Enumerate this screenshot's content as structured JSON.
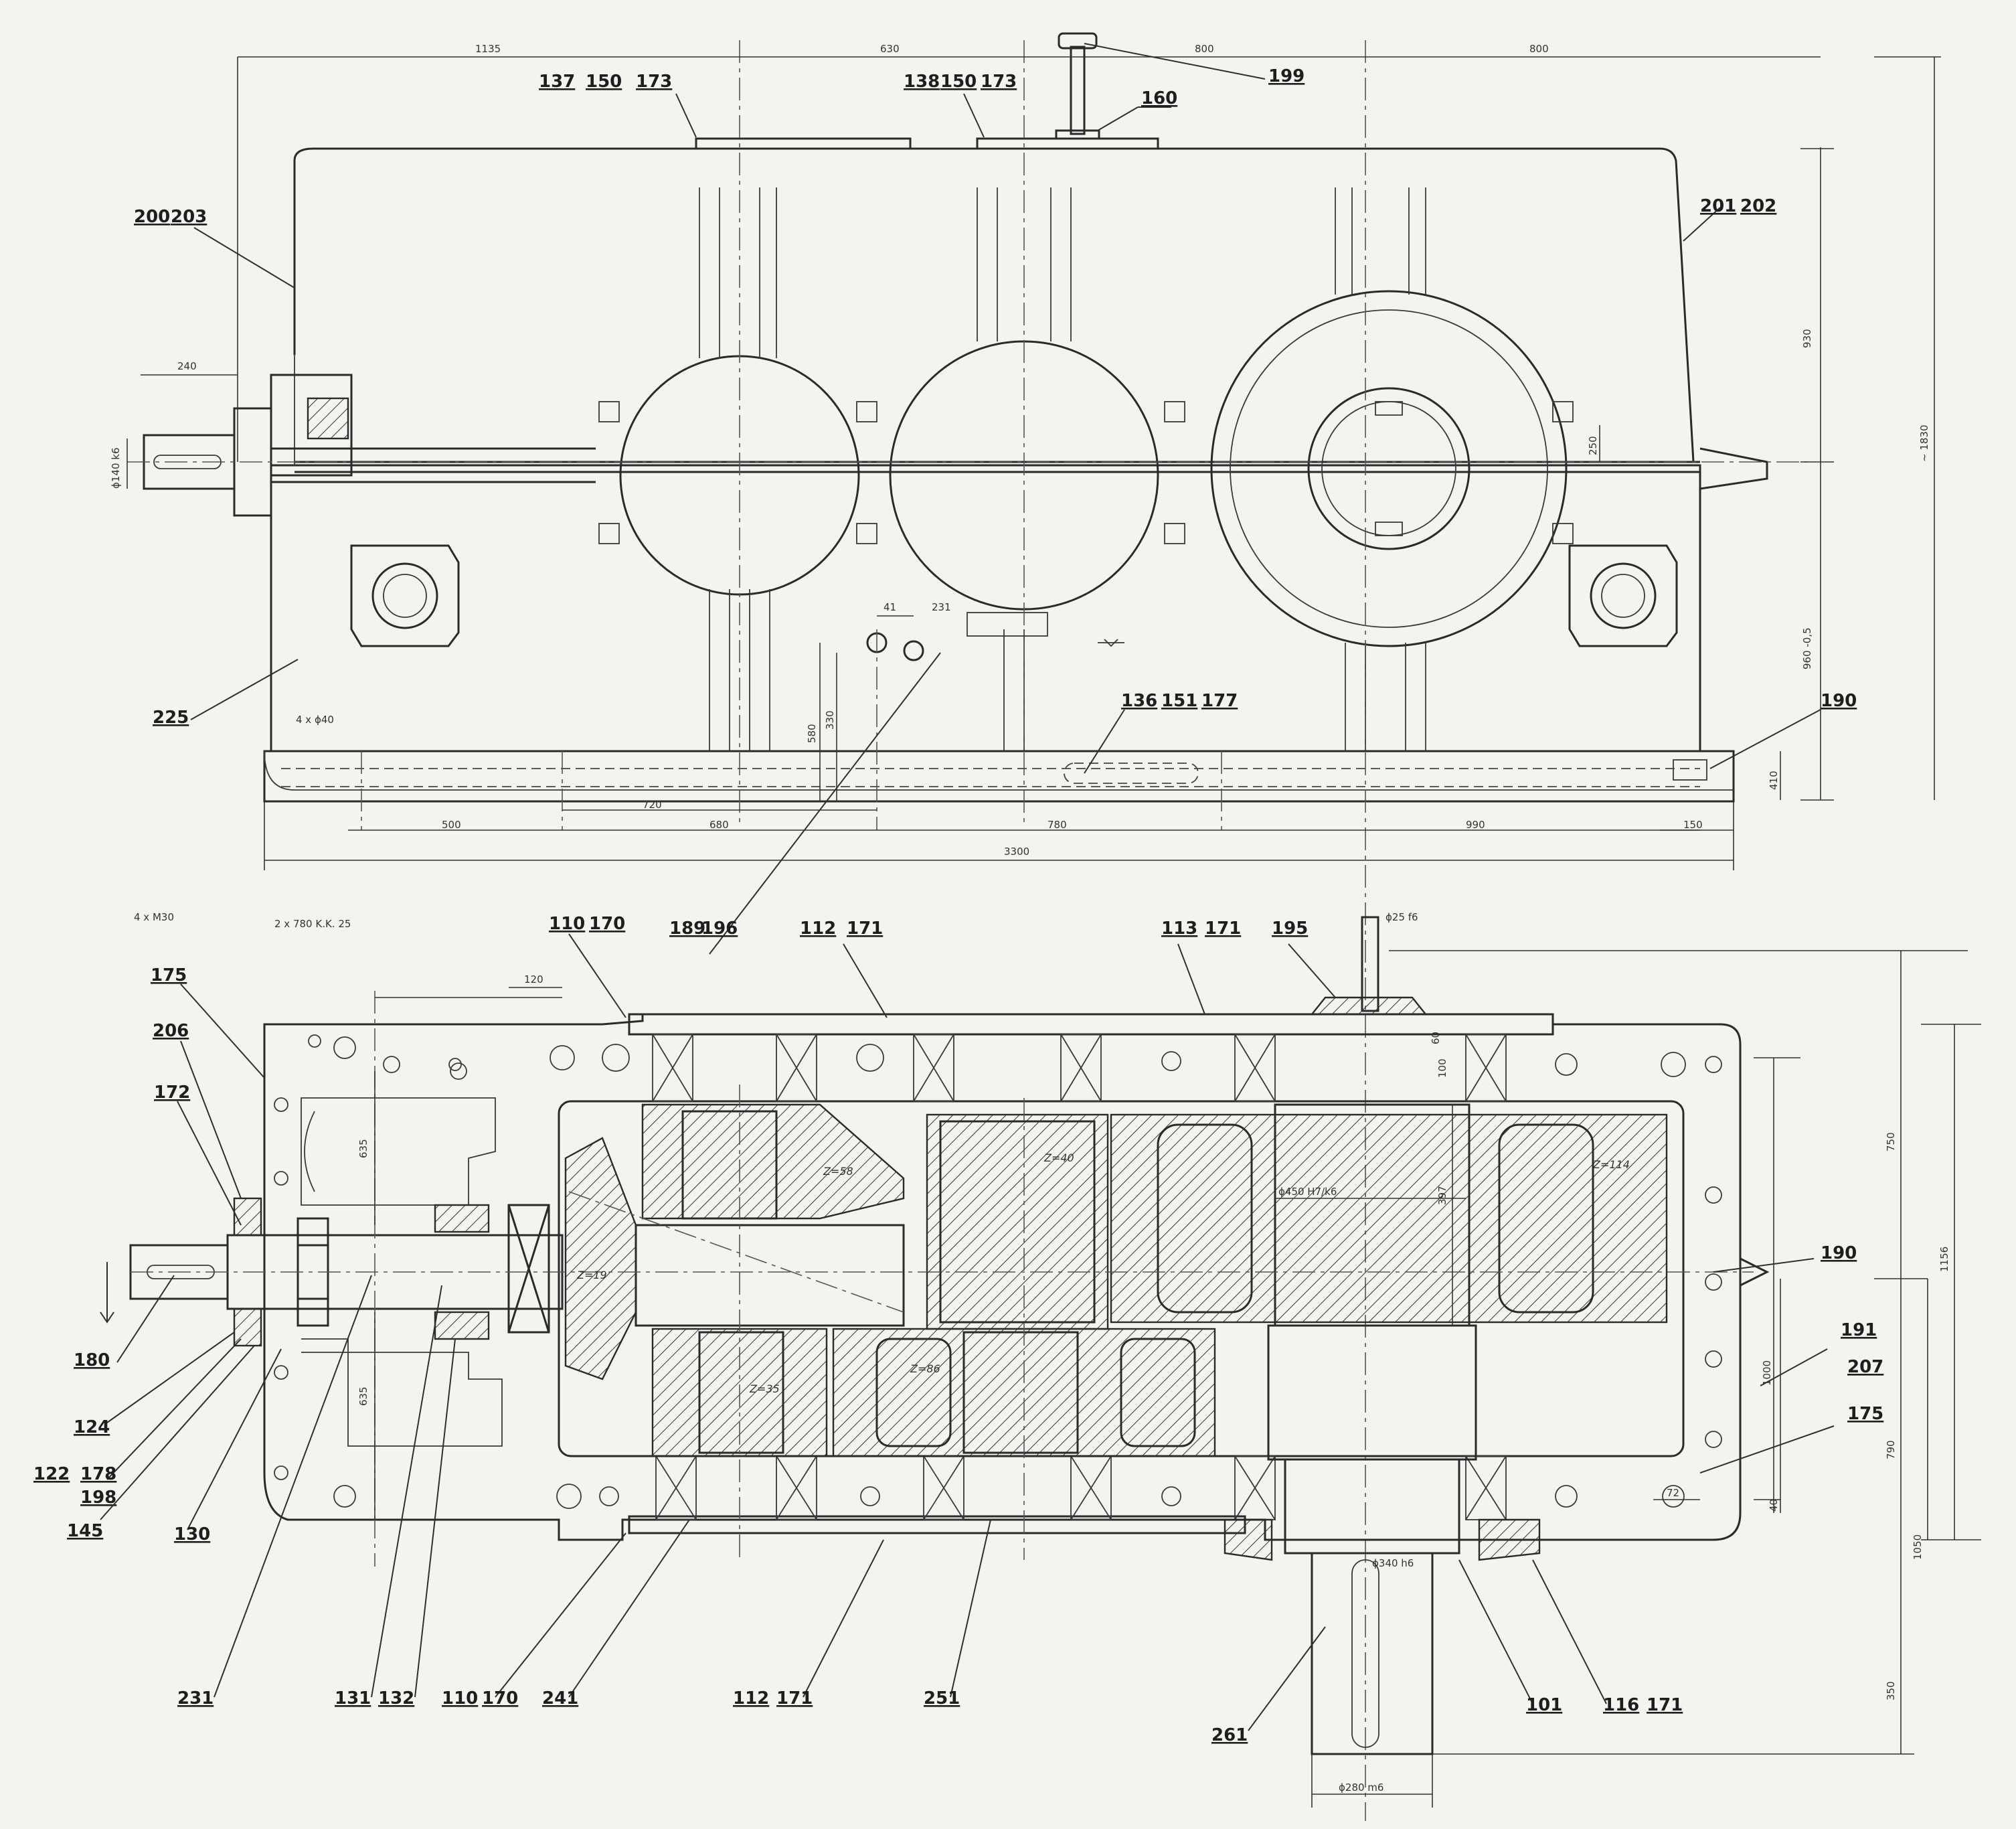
{
  "top_view": {
    "dimensions": {
      "d1135": "1135",
      "d630": "630",
      "d800a": "800",
      "d800b": "800",
      "d240": "240",
      "d930": "930",
      "d1830": "~ 1830",
      "d960": "960 -0,5",
      "d580": "580",
      "d330": "330",
      "d41": "41",
      "d231": "231",
      "d410": "410",
      "d500": "500",
      "d720": "720",
      "d680": "680",
      "d780": "780",
      "d990": "990",
      "d150": "150",
      "d3300": "3300",
      "d4xd40": "4 x ϕ40",
      "dshaft": "ϕ140 k6",
      "d250": "250"
    },
    "labels": {
      "p199": "199",
      "p160": "160",
      "p137": "137",
      "p150a": "150",
      "p173a": "173",
      "p138": "138",
      "p150b": "150",
      "p173b": "173",
      "p200": "200",
      "p203": "203",
      "p201": "201",
      "p202": "202",
      "p225": "225",
      "p136": "136",
      "p151": "151",
      "p177": "177",
      "p190": "190"
    }
  },
  "bottom_view": {
    "dimensions": {
      "m30": "4 x M30",
      "conn": "2 x 780 K.K. 25",
      "d120": "120",
      "d635": "635",
      "d635b": "635",
      "ph450": "ϕ450 H7/k6",
      "d397": "397",
      "d100": "100",
      "d1000": "1000",
      "d750": "750",
      "d1156": "1156",
      "d790": "790",
      "d1050": "1050",
      "d350": "350",
      "d25": "ϕ25 f6",
      "phi340": "ϕ340 h6",
      "phi280": "ϕ280 m6",
      "d72": "72",
      "d40": "40",
      "d60": "60"
    },
    "gears": {
      "z19": "Z=19",
      "z58": "Z=58",
      "z40": "Z=40",
      "z114": "Z=114",
      "z35": "Z=35",
      "z86": "Z=86"
    },
    "labels": {
      "p110a": "110",
      "p170a": "170",
      "p189": "189",
      "p196": "196",
      "p112a": "112",
      "p171a": "171",
      "p113": "113",
      "p171b": "171",
      "p195": "195",
      "p175a": "175",
      "p206": "206",
      "p172": "172",
      "p180": "180",
      "p124": "124",
      "p122": "122",
      "p178": "178",
      "p198": "198",
      "p145": "145",
      "p130": "130",
      "p231": "231",
      "p131": "131",
      "p132": "132",
      "p110b": "110",
      "p170b": "170",
      "p241": "241",
      "p112b": "112",
      "p171c": "171",
      "p251": "251",
      "p261": "261",
      "p101": "101",
      "p116": "116",
      "p171d": "171",
      "p190": "190",
      "p191": "191",
      "p207": "207",
      "p175b": "175"
    }
  }
}
